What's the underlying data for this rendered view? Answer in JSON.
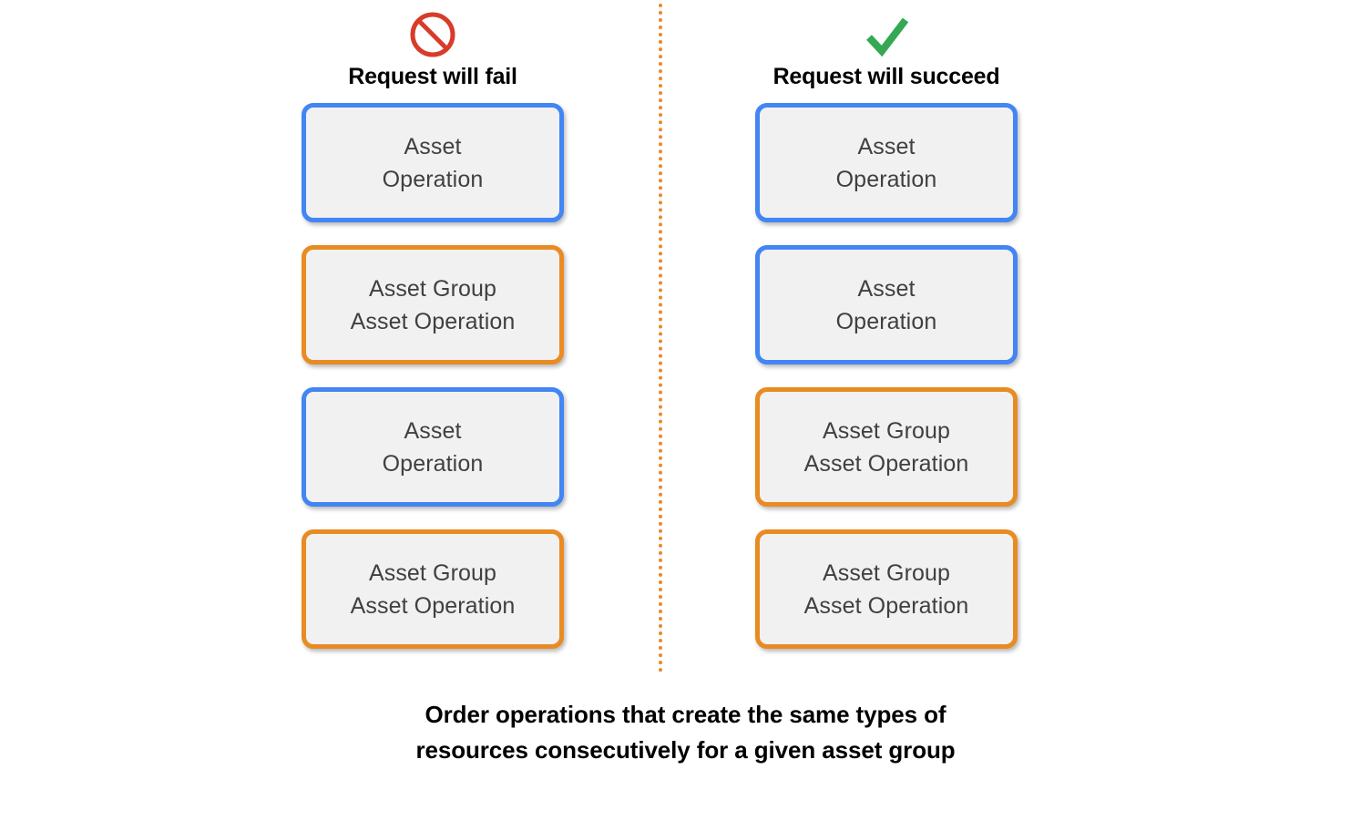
{
  "diagram": {
    "title": "Order operations that create the same types of resources consecutively for a given asset group",
    "caption": "Order operations that create the same types of\nresources consecutively for a given asset group",
    "divider": {
      "style": "dotted",
      "color": "#E8892B"
    },
    "colors": {
      "blue_border": "#4285F4",
      "orange_border": "#E98B23",
      "card_fill": "#F1F1F1",
      "card_text": "#3F4042",
      "fail_icon": "#D93B2B",
      "succeed_icon": "#34A853",
      "background": "#FFFFFF",
      "heading_text": "#000000"
    },
    "columns": [
      {
        "id": "fail",
        "icon": "prohibition-icon",
        "icon_color": "#D93B2B",
        "title": "Request will fail",
        "cards": [
          {
            "label": "Asset\nOperation",
            "border": "blue",
            "type": "asset-operation"
          },
          {
            "label": "Asset Group\nAsset Operation",
            "border": "orange",
            "type": "asset-group-asset-operation"
          },
          {
            "label": "Asset\nOperation",
            "border": "blue",
            "type": "asset-operation"
          },
          {
            "label": "Asset Group\nAsset Operation",
            "border": "orange",
            "type": "asset-group-asset-operation"
          }
        ]
      },
      {
        "id": "succeed",
        "icon": "checkmark-icon",
        "icon_color": "#34A853",
        "title": "Request will succeed",
        "cards": [
          {
            "label": "Asset\nOperation",
            "border": "blue",
            "type": "asset-operation"
          },
          {
            "label": "Asset\nOperation",
            "border": "blue",
            "type": "asset-operation"
          },
          {
            "label": "Asset Group\nAsset Operation",
            "border": "orange",
            "type": "asset-group-asset-operation"
          },
          {
            "label": "Asset Group\nAsset Operation",
            "border": "orange",
            "type": "asset-group-asset-operation"
          }
        ]
      }
    ]
  }
}
